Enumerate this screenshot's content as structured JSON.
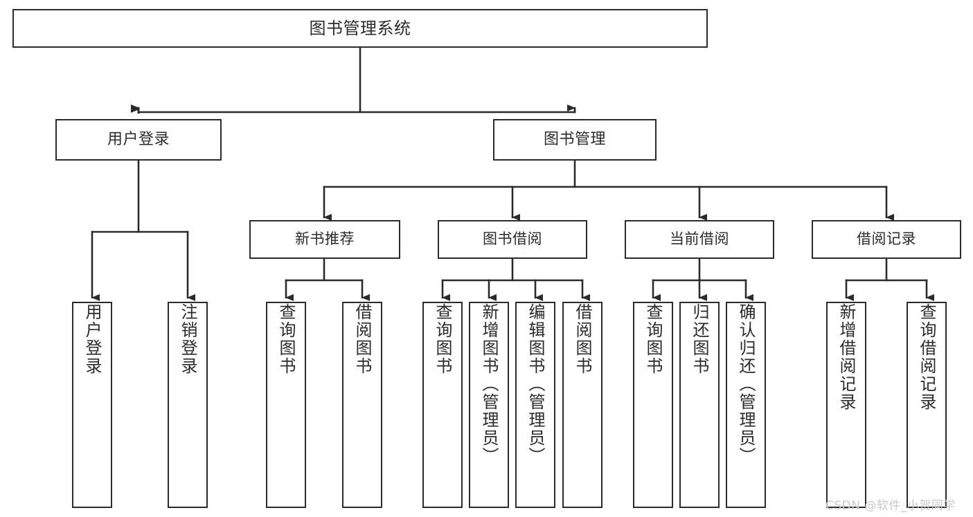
{
  "diagram": {
    "type": "tree",
    "title": "图书管理系统",
    "orientation": "top-down",
    "line_color": "#2b2b2b",
    "box_fill": "#ffffff",
    "watermark": "CSDN @软件_小贺同学",
    "nodes": {
      "root": {
        "label": "图书管理系统"
      },
      "level2": [
        {
          "id": "user-login",
          "label": "用户登录"
        },
        {
          "id": "book-manage",
          "label": "图书管理"
        }
      ],
      "level3": [
        {
          "id": "new-book-recommend",
          "label": "新书推荐"
        },
        {
          "id": "book-borrow",
          "label": "图书借阅"
        },
        {
          "id": "current-borrow",
          "label": "当前借阅"
        },
        {
          "id": "borrow-record",
          "label": "借阅记录"
        }
      ],
      "leaves": [
        {
          "id": "leaf-user-login",
          "label": "用户登录"
        },
        {
          "id": "leaf-user-logout",
          "label": "注销登录"
        },
        {
          "id": "leaf-query-book-1",
          "label": "查询图书"
        },
        {
          "id": "leaf-borrow-book-1",
          "label": "借阅图书"
        },
        {
          "id": "leaf-query-book-2",
          "label": "查询图书"
        },
        {
          "id": "leaf-add-book",
          "label": "新增图书（管理员）"
        },
        {
          "id": "leaf-edit-book",
          "label": "编辑图书（管理员）"
        },
        {
          "id": "leaf-borrow-book-2",
          "label": "借阅图书"
        },
        {
          "id": "leaf-query-book-3",
          "label": "查询图书"
        },
        {
          "id": "leaf-return-book",
          "label": "归还图书"
        },
        {
          "id": "leaf-confirm-return",
          "label": "确认归还（管理员）"
        },
        {
          "id": "leaf-add-record",
          "label": "新增借阅记录"
        },
        {
          "id": "leaf-query-record",
          "label": "查询借阅记录"
        }
      ]
    }
  }
}
